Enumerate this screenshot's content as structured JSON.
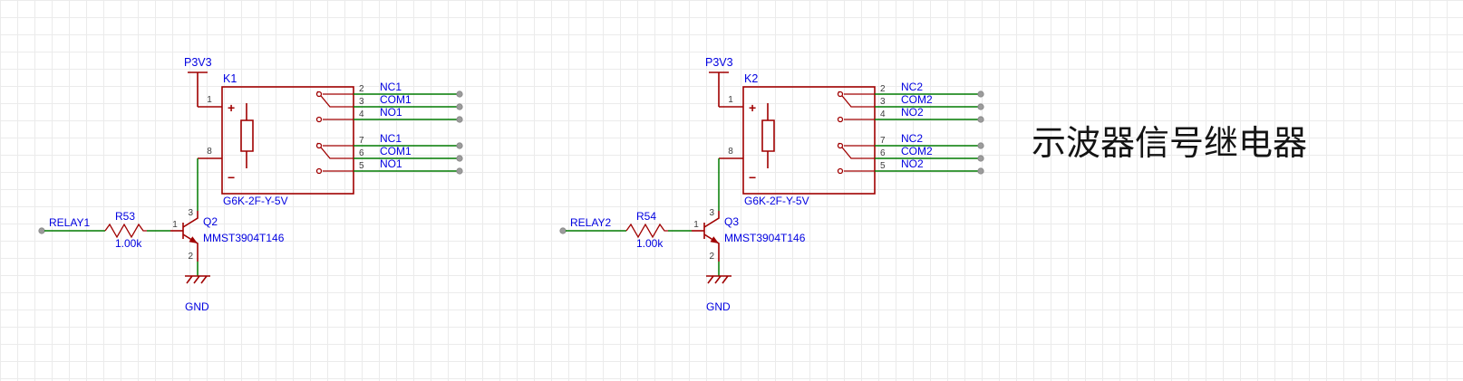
{
  "note": {
    "text": "示波器信号继电器"
  },
  "colors": {
    "component": "#a00000",
    "wire": "#007a00",
    "label": "#0000e0",
    "pad": "#9c9c9c",
    "grid": "#ebebeb",
    "title": "#141414"
  },
  "circuits": [
    {
      "power_net": "P3V3",
      "input_net": "RELAY1",
      "ground_net": "GND",
      "resistor": {
        "ref": "R53",
        "value": "1.00k"
      },
      "transistor": {
        "ref": "Q2",
        "part": "MMST3904T146",
        "pin_base": "1",
        "pin_collector": "3",
        "pin_emitter": "2"
      },
      "relay": {
        "ref": "K1",
        "part": "G6K-2F-Y-5V",
        "coil_pins": {
          "plus": "1",
          "minus": "8"
        },
        "polarity": {
          "plus": "+",
          "minus": "−"
        },
        "contacts": [
          {
            "pin": "2",
            "net": "NC1"
          },
          {
            "pin": "3",
            "net": "COM1"
          },
          {
            "pin": "4",
            "net": "NO1"
          },
          {
            "pin": "7",
            "net": "NC1"
          },
          {
            "pin": "6",
            "net": "COM1"
          },
          {
            "pin": "5",
            "net": "NO1"
          }
        ]
      }
    },
    {
      "power_net": "P3V3",
      "input_net": "RELAY2",
      "ground_net": "GND",
      "resistor": {
        "ref": "R54",
        "value": "1.00k"
      },
      "transistor": {
        "ref": "Q3",
        "part": "MMST3904T146",
        "pin_base": "1",
        "pin_collector": "3",
        "pin_emitter": "2"
      },
      "relay": {
        "ref": "K2",
        "part": "G6K-2F-Y-5V",
        "coil_pins": {
          "plus": "1",
          "minus": "8"
        },
        "polarity": {
          "plus": "+",
          "minus": "−"
        },
        "contacts": [
          {
            "pin": "2",
            "net": "NC2"
          },
          {
            "pin": "3",
            "net": "COM2"
          },
          {
            "pin": "4",
            "net": "NO2"
          },
          {
            "pin": "7",
            "net": "NC2"
          },
          {
            "pin": "6",
            "net": "COM2"
          },
          {
            "pin": "5",
            "net": "NO2"
          }
        ]
      }
    }
  ]
}
